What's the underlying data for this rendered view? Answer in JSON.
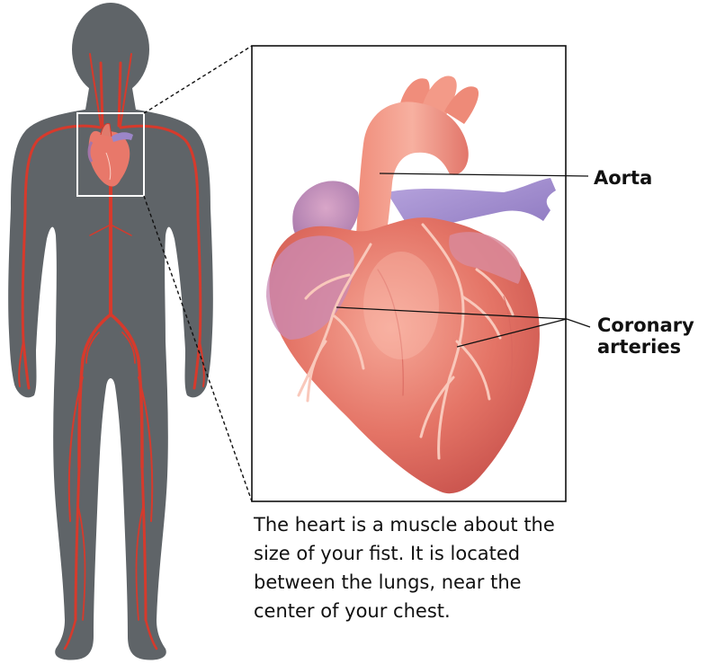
{
  "labels": {
    "aorta": "Aorta",
    "coronary_line1": "Coronary",
    "coronary_line2": "arteries"
  },
  "caption": {
    "line1": "The heart is a muscle about the",
    "line2": "size of your fist. It is located",
    "line3": "between the lungs, near the",
    "line4": "center of your chest."
  },
  "colors": {
    "body_silhouette": "#5f6468",
    "artery": "#d63a2c",
    "heart": "#e87a6e",
    "vein": "#9b86c8",
    "callout_line": "#111111"
  }
}
